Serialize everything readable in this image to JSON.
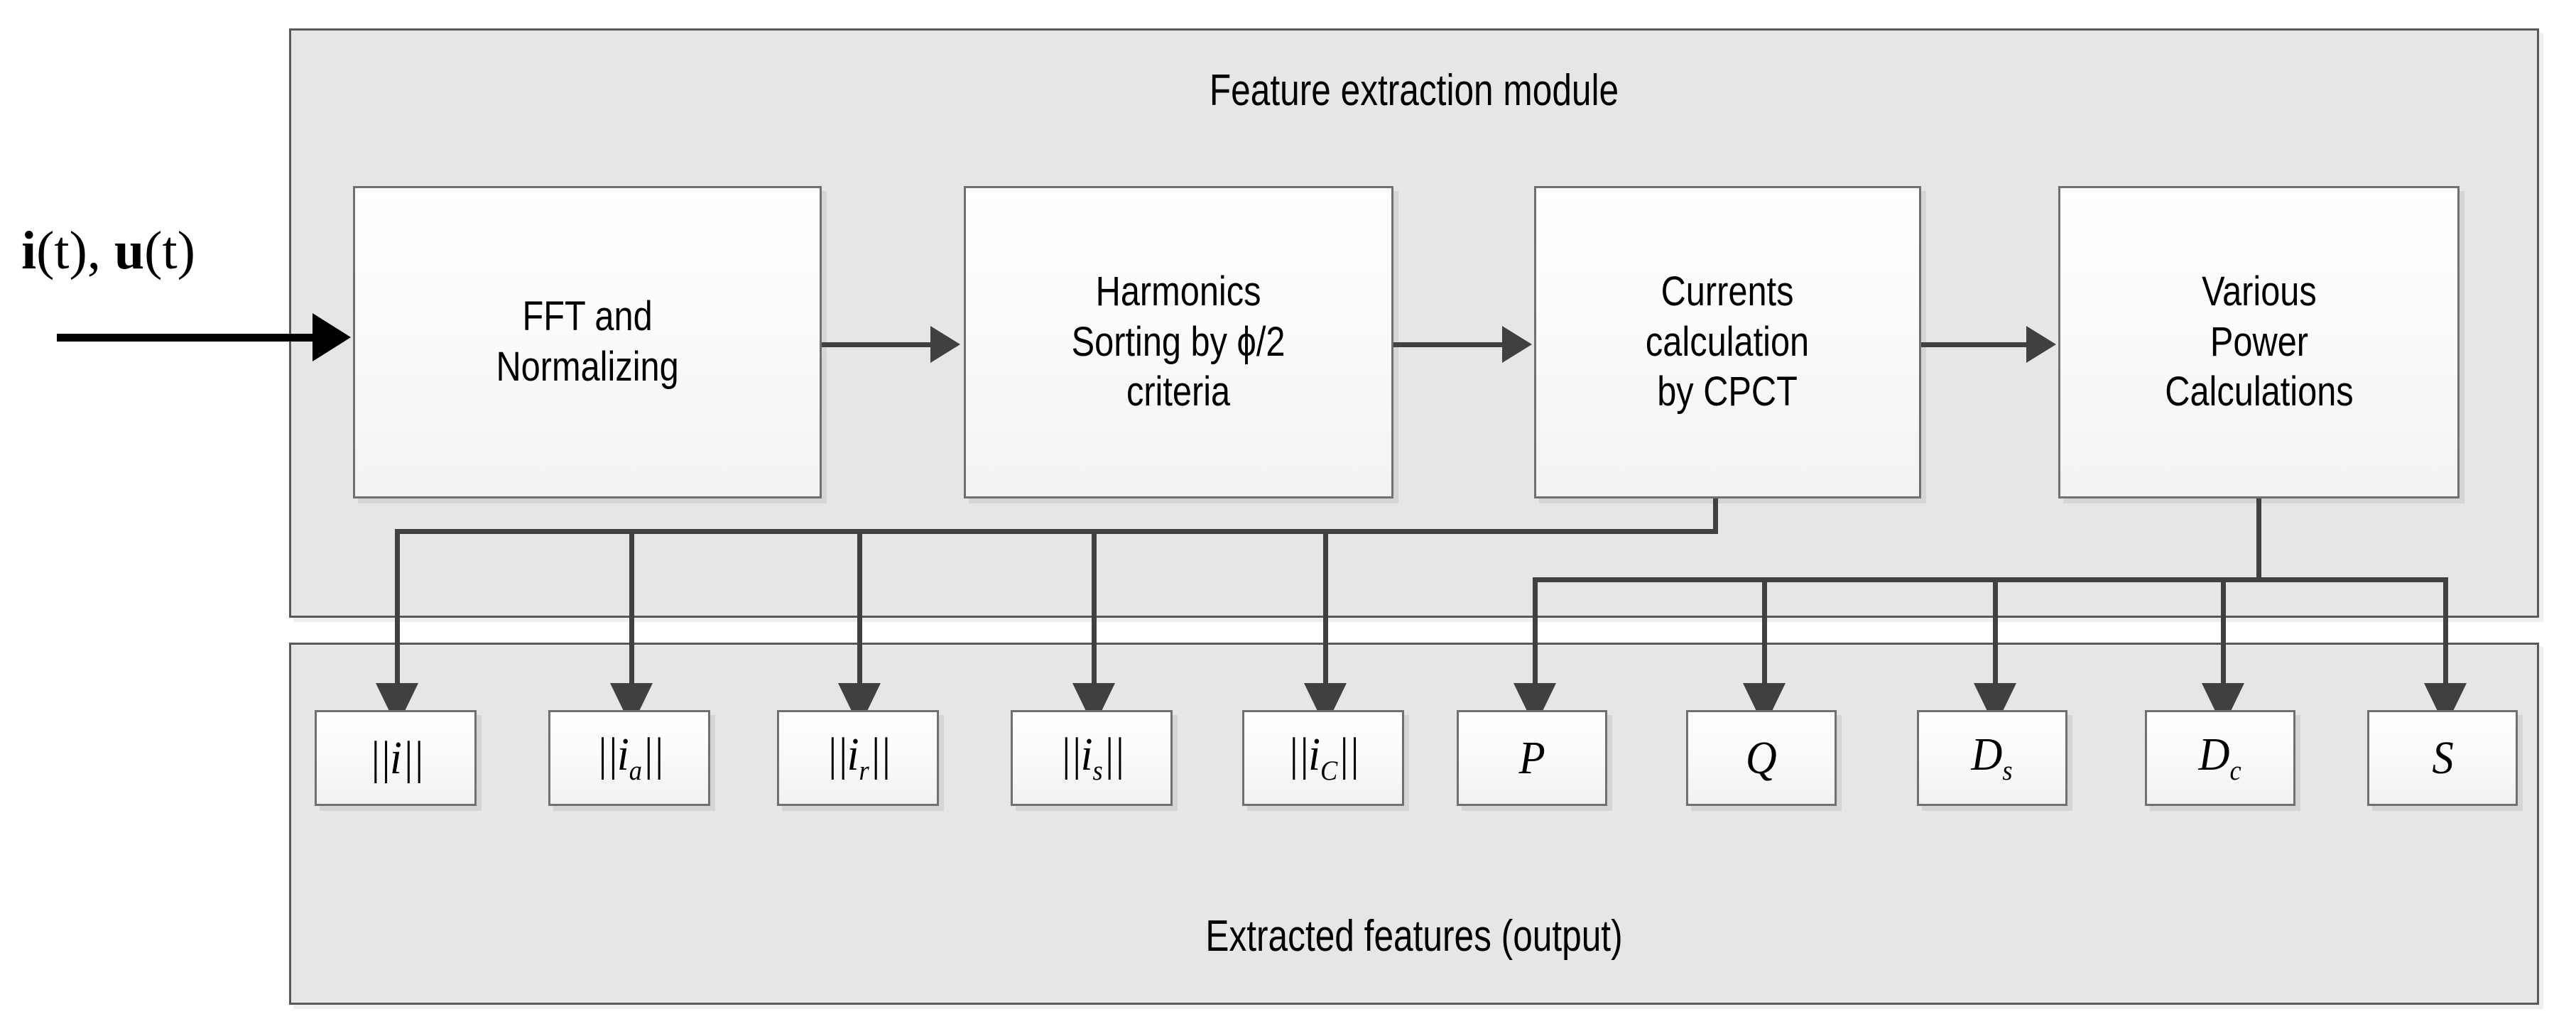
{
  "diagram": {
    "input_signal_label": "i(t), u(t)",
    "input_signal_parts": {
      "current": "i",
      "voltage": "u",
      "arg": "(t)",
      "separator": ", "
    },
    "top_panel": {
      "title": "Feature extraction module",
      "stages": [
        {
          "id": "fft",
          "label": "FFT and\nNormalizing"
        },
        {
          "id": "harmonics",
          "label": "Harmonics\nSorting by ϕ/2\ncriteria"
        },
        {
          "id": "currents",
          "label": "Currents\ncalculation\nby CPCT"
        },
        {
          "id": "power",
          "label": "Various\nPower\nCalculations"
        }
      ]
    },
    "bottom_panel": {
      "title": "Extracted features (output)",
      "features": [
        {
          "id": "norm-i",
          "symbol": "i",
          "subscript": "",
          "norm": true,
          "label": "||i||"
        },
        {
          "id": "norm-ia",
          "symbol": "i",
          "subscript": "a",
          "norm": true,
          "label": "||i_a||"
        },
        {
          "id": "norm-ir",
          "symbol": "i",
          "subscript": "r",
          "norm": true,
          "label": "||i_r||"
        },
        {
          "id": "norm-is",
          "symbol": "i",
          "subscript": "s",
          "norm": true,
          "label": "||i_s||"
        },
        {
          "id": "norm-ic",
          "symbol": "i",
          "subscript": "C",
          "norm": true,
          "label": "||i_C||"
        },
        {
          "id": "power-p",
          "symbol": "P",
          "subscript": "",
          "norm": false,
          "label": "P"
        },
        {
          "id": "power-q",
          "symbol": "Q",
          "subscript": "",
          "norm": false,
          "label": "Q"
        },
        {
          "id": "power-ds",
          "symbol": "D",
          "subscript": "s",
          "norm": false,
          "label": "D_s"
        },
        {
          "id": "power-dc",
          "symbol": "D",
          "subscript": "c",
          "norm": false,
          "label": "D_c"
        },
        {
          "id": "power-s",
          "symbol": "S",
          "subscript": "",
          "norm": false,
          "label": "S"
        }
      ]
    },
    "colors": {
      "panel_fill": "#e6e6e6",
      "panel_border": "#595959",
      "box_border": "#707070",
      "box_fill": "#fbfbfb",
      "wire": "#404040",
      "input_wire": "#000000",
      "text": "#000000",
      "page_background": "#ffffff"
    },
    "flow": {
      "stage_chain": [
        "fft",
        "harmonics",
        "currents",
        "power"
      ],
      "currents_bus_targets": [
        "norm-i",
        "norm-ia",
        "norm-ir",
        "norm-is",
        "norm-ic"
      ],
      "power_bus_targets": [
        "power-p",
        "power-q",
        "power-ds",
        "power-dc",
        "power-s"
      ]
    }
  }
}
